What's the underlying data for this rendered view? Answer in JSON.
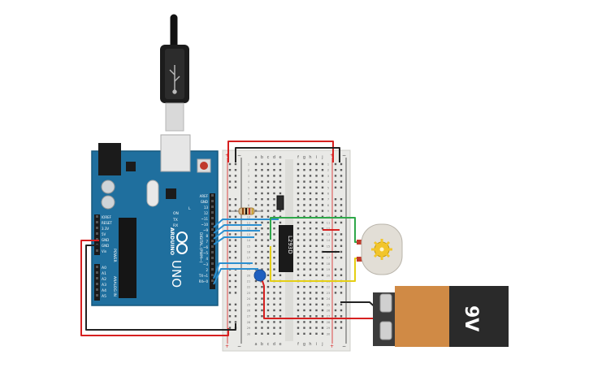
{
  "arduino": {
    "brand": "ARDUINO",
    "model": "UNO",
    "digital_label": "DIGITAL (PWM~)",
    "power_label": "POWER",
    "analog_label": "ANALOG IN",
    "on_label": "ON",
    "tx_label": "TX",
    "rx_label": "RX",
    "l_label": "L",
    "power_pins": [
      "IOREF",
      "RESET",
      "3.3V",
      "5V",
      "GND",
      "GND",
      "Vin"
    ],
    "analog_pins": [
      "A0",
      "A1",
      "A2",
      "A3",
      "A4",
      "A5"
    ],
    "digital_pins": [
      "AREF",
      "GND",
      "13",
      "12",
      "~11",
      "~10",
      "~9",
      "8",
      "7",
      "~6",
      "~5",
      "4",
      "~3",
      "2",
      "TX→1",
      "RX←0"
    ]
  },
  "breadboard": {
    "columns_left": [
      "a",
      "b",
      "c",
      "d",
      "e"
    ],
    "columns_right": [
      "f",
      "g",
      "h",
      "i",
      "j"
    ],
    "rail_plus": "+",
    "rail_minus": "−",
    "row_numbers": [
      "1",
      "2",
      "3",
      "4",
      "5",
      "6",
      "7",
      "8",
      "9",
      "10",
      "11",
      "12",
      "13",
      "14",
      "15",
      "16",
      "17",
      "18",
      "19",
      "20",
      "21",
      "22",
      "23",
      "24",
      "25",
      "26",
      "27",
      "28",
      "29",
      "30"
    ]
  },
  "ic": {
    "label": "L293D"
  },
  "battery": {
    "label": "9V"
  },
  "colors": {
    "arduino_board": "#1f6f9e",
    "breadboard": "#e9e9e6",
    "wire_red": "#d62020",
    "wire_black": "#222222",
    "wire_blue": "#2b8fd0",
    "wire_green": "#2fa84a",
    "wire_yellow": "#e5cf14",
    "battery_body": "#d08a45",
    "battery_top": "#2a2a2a",
    "motor_body": "#e2ded6",
    "motor_gear": "#f2c52b"
  }
}
